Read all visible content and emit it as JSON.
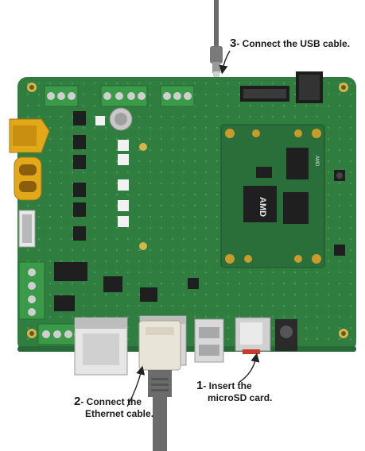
{
  "callouts": {
    "usb": {
      "number": "3",
      "text": "- Connect the USB cable."
    },
    "ethernet": {
      "number": "2",
      "text_line1": "- Connect the",
      "text_line2": "Ethernet cable."
    },
    "microsd": {
      "number": "1",
      "text_line1": "- Insert the",
      "text_line2": "microSD card."
    }
  },
  "board": {
    "som_brand": "AMD",
    "som_side_label": "AMD"
  },
  "colors": {
    "pcb": "#2f7d3f",
    "pcb_dark": "#276a35",
    "terminal_green": "#3a9a4a",
    "xt_connector": "#e3a81a",
    "som_board": "#2a6f3a",
    "cable": "#6b6b6b",
    "ethernet_plug": "#e9e4d8",
    "text": "#1a1a1a",
    "arrow": "#222222"
  }
}
